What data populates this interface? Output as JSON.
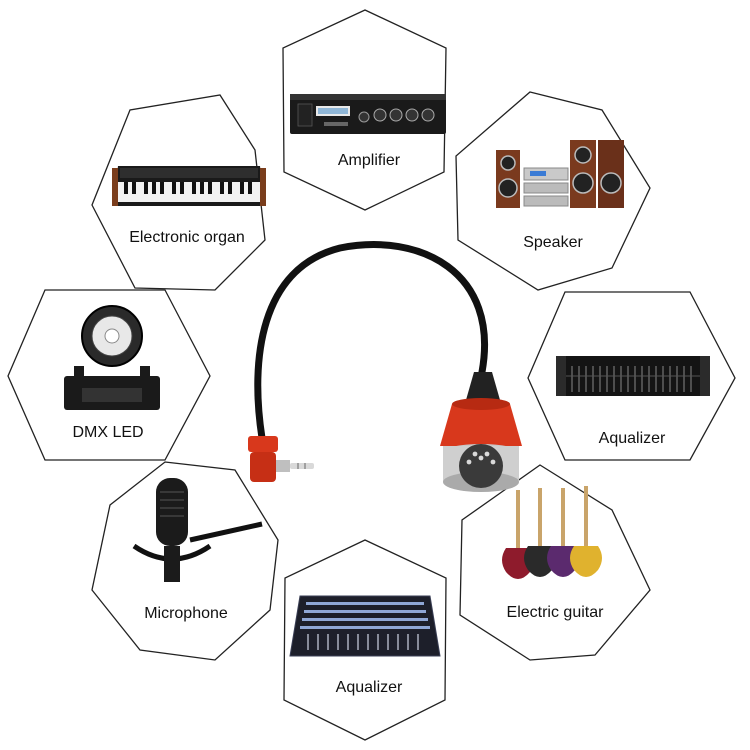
{
  "devices": [
    {
      "id": "amplifier",
      "label": "Amplifier",
      "icon": "amplifier-icon"
    },
    {
      "id": "speaker",
      "label": "Speaker",
      "icon": "speaker-icon"
    },
    {
      "id": "equalizer-rack",
      "label": "Aqualizer",
      "icon": "equalizer-rack-icon"
    },
    {
      "id": "electric-guitar",
      "label": "Electric guitar",
      "icon": "electric-guitar-icon"
    },
    {
      "id": "mixer",
      "label": "Aqualizer",
      "icon": "mixer-console-icon"
    },
    {
      "id": "microphone",
      "label": "Microphone",
      "icon": "microphone-icon"
    },
    {
      "id": "dmx-led",
      "label": "DMX LED",
      "icon": "moving-head-light-icon"
    },
    {
      "id": "electronic-organ",
      "label": "Electronic organ",
      "icon": "keyboard-icon"
    }
  ],
  "colors": {
    "cable": "#111111",
    "connector": "#d8381c",
    "outline": "#222222"
  }
}
